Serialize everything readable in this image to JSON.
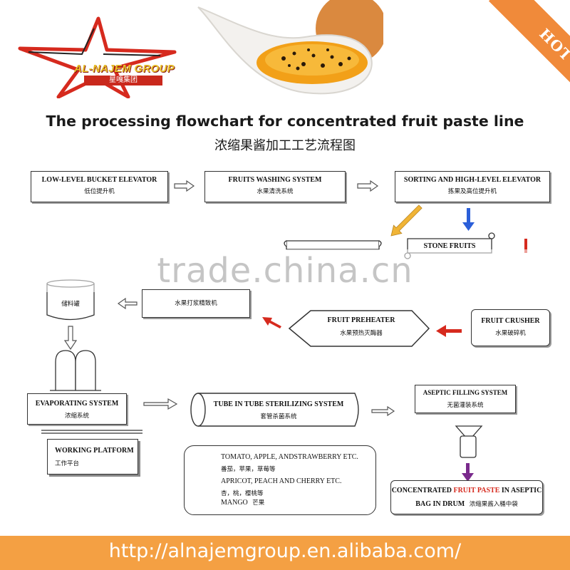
{
  "logo": {
    "name": "AL-NAJEM GROUP",
    "chinese": "星嘎集团"
  },
  "badge": {
    "text": "HOT"
  },
  "header": {
    "title": "The processing flowchart for concentrated fruit paste line",
    "subtitle": "浓缩果酱加工工艺流程图"
  },
  "steps": {
    "bucket_elevator": {
      "en": "LOW-LEVEL BUCKET ELEVATOR",
      "cn": "低位提升机"
    },
    "washing": {
      "en": "FRUITS WASHING SYSTEM",
      "cn": "水果清洗系统"
    },
    "sorting": {
      "en": "SORTING AND HIGH-LEVEL ELEVATOR",
      "cn": "拣果及高位提升机"
    },
    "stone_fruits": {
      "en": "STONE FRUITS"
    },
    "tank": {
      "cn": "储料罐"
    },
    "pulper": {
      "cn": "水果打浆精致机"
    },
    "preheater": {
      "en": "FRUIT PREHEATER",
      "cn": "水果预热灭酶器"
    },
    "crusher": {
      "en": "FRUIT CRUSHER",
      "cn": "水果破碎机"
    },
    "evaporating": {
      "en": "EVAPORATING SYSTEM",
      "cn": "浓缩系统"
    },
    "sterilizing": {
      "en": "TUBE IN TUBE STERILIZING SYSTEM",
      "cn": "套管杀菌系统"
    },
    "aseptic_filling": {
      "en": "ASEPTIC FILLING SYSTEM",
      "cn": "无菌灌装系统"
    },
    "platform": {
      "en": "WORKING PLATFORM",
      "cn": "工作平台"
    },
    "final": {
      "en_pre": "CONCENTRATED",
      "en_highlight": "FRUIT PASTE",
      "en_post": "IN ASEPTIC",
      "line2": "BAG IN DRUM",
      "cn": "浓缩果酱入桶中袋"
    }
  },
  "legend": {
    "items": [
      {
        "en": "TOMATO, APPLE, ANDSTRAWBERRY ETC.",
        "cn": "番茄，苹果，草莓等",
        "color": "#d62a1e"
      },
      {
        "en": "APRICOT, PEACH AND CHERRY ETC.",
        "cn": "杏，桃，樱桃等",
        "color": "#2b5fd9"
      },
      {
        "en": "MANGO",
        "cn": "芒果",
        "color": "#f0b436"
      }
    ]
  },
  "watermark": "trade.china.cn",
  "footer": {
    "url": "http://alnajemgroup.en.alibaba.com/"
  },
  "colors": {
    "red_arrow": "#d62a1e",
    "blue_arrow": "#2b5fd9",
    "mango_arrow": "#f0b436",
    "purple_arrow": "#7a2a8c",
    "footer_bg": "#f4a043",
    "highlight": "#d62a1e"
  }
}
